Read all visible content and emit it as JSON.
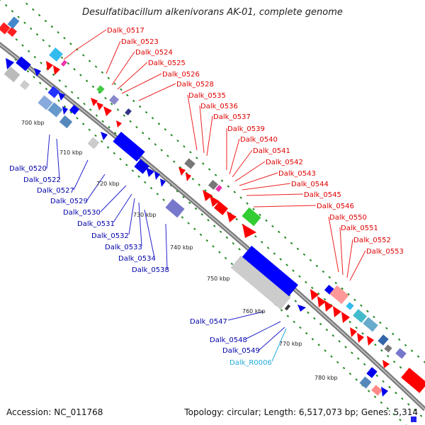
{
  "title": "Desulfatibacillum alkenivorans AK-01, complete genome",
  "accession": "Accession: NC_011768",
  "topology": "Topology: circular; Length: 6,517,073 bp; Genes: 5,314",
  "ticks": [
    "700 kbp",
    "710 kbp",
    "720 kbp",
    "730 kbp",
    "740 kbp",
    "750 kbp",
    "760 kbp",
    "770 kbp",
    "780 kbp"
  ],
  "labels_forward": [
    "Dalk_0517",
    "Dalk_0523",
    "Dalk_0524",
    "Dalk_0525",
    "Dalk_0526",
    "Dalk_0528",
    "Dalk_0535",
    "Dalk_0536",
    "Dalk_0537",
    "Dalk_0539",
    "Dalk_0540",
    "Dalk_0541",
    "Dalk_0542",
    "Dalk_0543",
    "Dalk_0544",
    "Dalk_0545",
    "Dalk_0546",
    "Dalk_0550",
    "Dalk_0551",
    "Dalk_0552",
    "Dalk_0553"
  ],
  "labels_reverse": [
    "Dalk_0520",
    "Dalk_0522",
    "Dalk_0527",
    "Dalk_0529",
    "Dalk_0530",
    "Dalk_0531",
    "Dalk_0532",
    "Dalk_0533",
    "Dalk_0534",
    "Dalk_0538",
    "Dalk_0547",
    "Dalk_0548",
    "Dalk_0549"
  ],
  "labels_rna": [
    "Dalk_R0006"
  ],
  "colors": {
    "backbone": "#888888",
    "forward_gene": "#ff0000",
    "reverse_gene": "#0000ff",
    "rna_label": "#22aadd",
    "tick_dots": "#228822",
    "forward_label": "#e00000",
    "reverse_label": "#0000aa"
  }
}
